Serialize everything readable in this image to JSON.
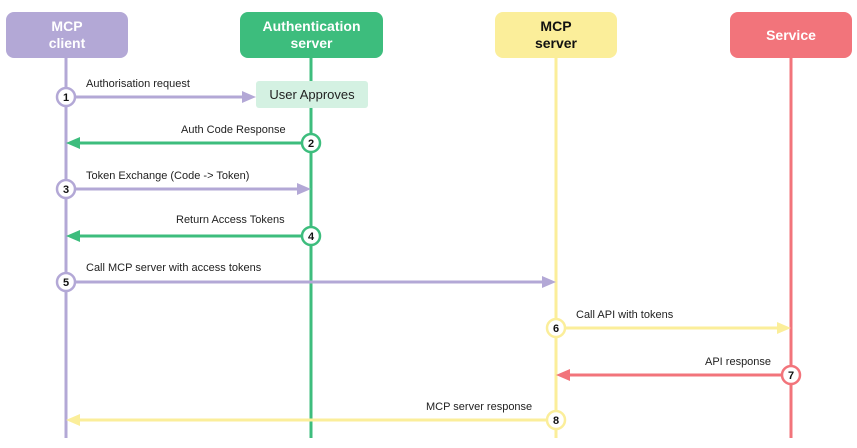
{
  "actors": [
    {
      "id": "client",
      "label": "MCP\nclient",
      "color": "#b3a8d6",
      "text_color": "#ffffff"
    },
    {
      "id": "auth",
      "label": "Authentication\nserver",
      "color": "#3dbd7d",
      "text_color": "#ffffff"
    },
    {
      "id": "mcp",
      "label": "MCP\nserver",
      "color": "#fbee9a",
      "text_color": "#111111"
    },
    {
      "id": "service",
      "label": "Service",
      "color": "#f2747b",
      "text_color": "#ffffff"
    }
  ],
  "note": {
    "label": "User Approves",
    "color": "#d4f1e2"
  },
  "messages": [
    {
      "step": "1",
      "label": "Authorisation request",
      "from": "client",
      "to": "auth"
    },
    {
      "step": "2",
      "label": "Auth Code Response",
      "from": "auth",
      "to": "client"
    },
    {
      "step": "3",
      "label": "Token Exchange (Code -> Token)",
      "from": "client",
      "to": "auth"
    },
    {
      "step": "4",
      "label": "Return Access Tokens",
      "from": "auth",
      "to": "client"
    },
    {
      "step": "5",
      "label": "Call MCP server with access tokens",
      "from": "client",
      "to": "mcp"
    },
    {
      "step": "6",
      "label": "Call API with tokens",
      "from": "mcp",
      "to": "service"
    },
    {
      "step": "7",
      "label": "API response",
      "from": "service",
      "to": "mcp"
    },
    {
      "step": "8",
      "label": "MCP server response",
      "from": "mcp",
      "to": "client"
    }
  ]
}
